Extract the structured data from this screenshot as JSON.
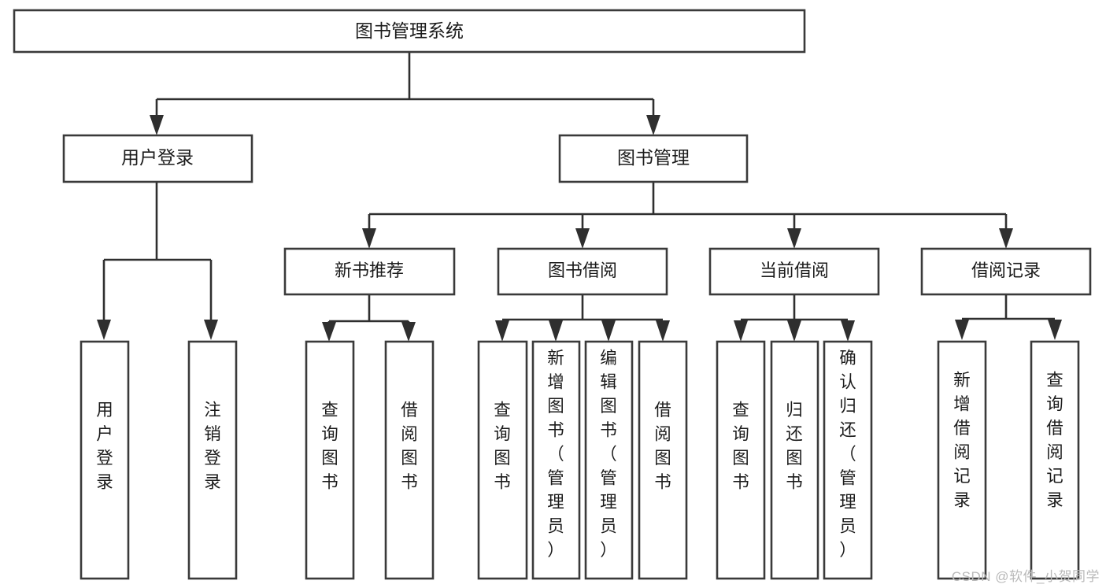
{
  "diagram": {
    "title": "图书管理系统",
    "watermark": "CSDN @软件_小贺同学",
    "colors": {
      "box_stroke": "#3a3a3a",
      "connector": "#2f2f2f",
      "text": "#1b1b1b",
      "background": "#ffffff",
      "watermark": "#b9b9b9"
    },
    "root": {
      "label": "图书管理系统"
    },
    "level2": [
      {
        "label": "用户登录"
      },
      {
        "label": "图书管理"
      }
    ],
    "level3": [
      {
        "label": "新书推荐"
      },
      {
        "label": "图书借阅"
      },
      {
        "label": "当前借阅"
      },
      {
        "label": "借阅记录"
      }
    ],
    "leaves": {
      "user_login": [
        {
          "label": "用户登录"
        },
        {
          "label": "注销登录"
        }
      ],
      "new_book": [
        {
          "label": "查询图书"
        },
        {
          "label": "借阅图书"
        }
      ],
      "book_borrow": [
        {
          "label": "查询图书"
        },
        {
          "label": "新增图书（管理员）"
        },
        {
          "label": "编辑图书（管理员）"
        },
        {
          "label": "借阅图书"
        }
      ],
      "current_borrow": [
        {
          "label": "查询图书"
        },
        {
          "label": "归还图书"
        },
        {
          "label": "确认归还（管理员）"
        }
      ],
      "borrow_record": [
        {
          "label": "新增借阅记录"
        },
        {
          "label": "查询借阅记录"
        }
      ]
    }
  }
}
